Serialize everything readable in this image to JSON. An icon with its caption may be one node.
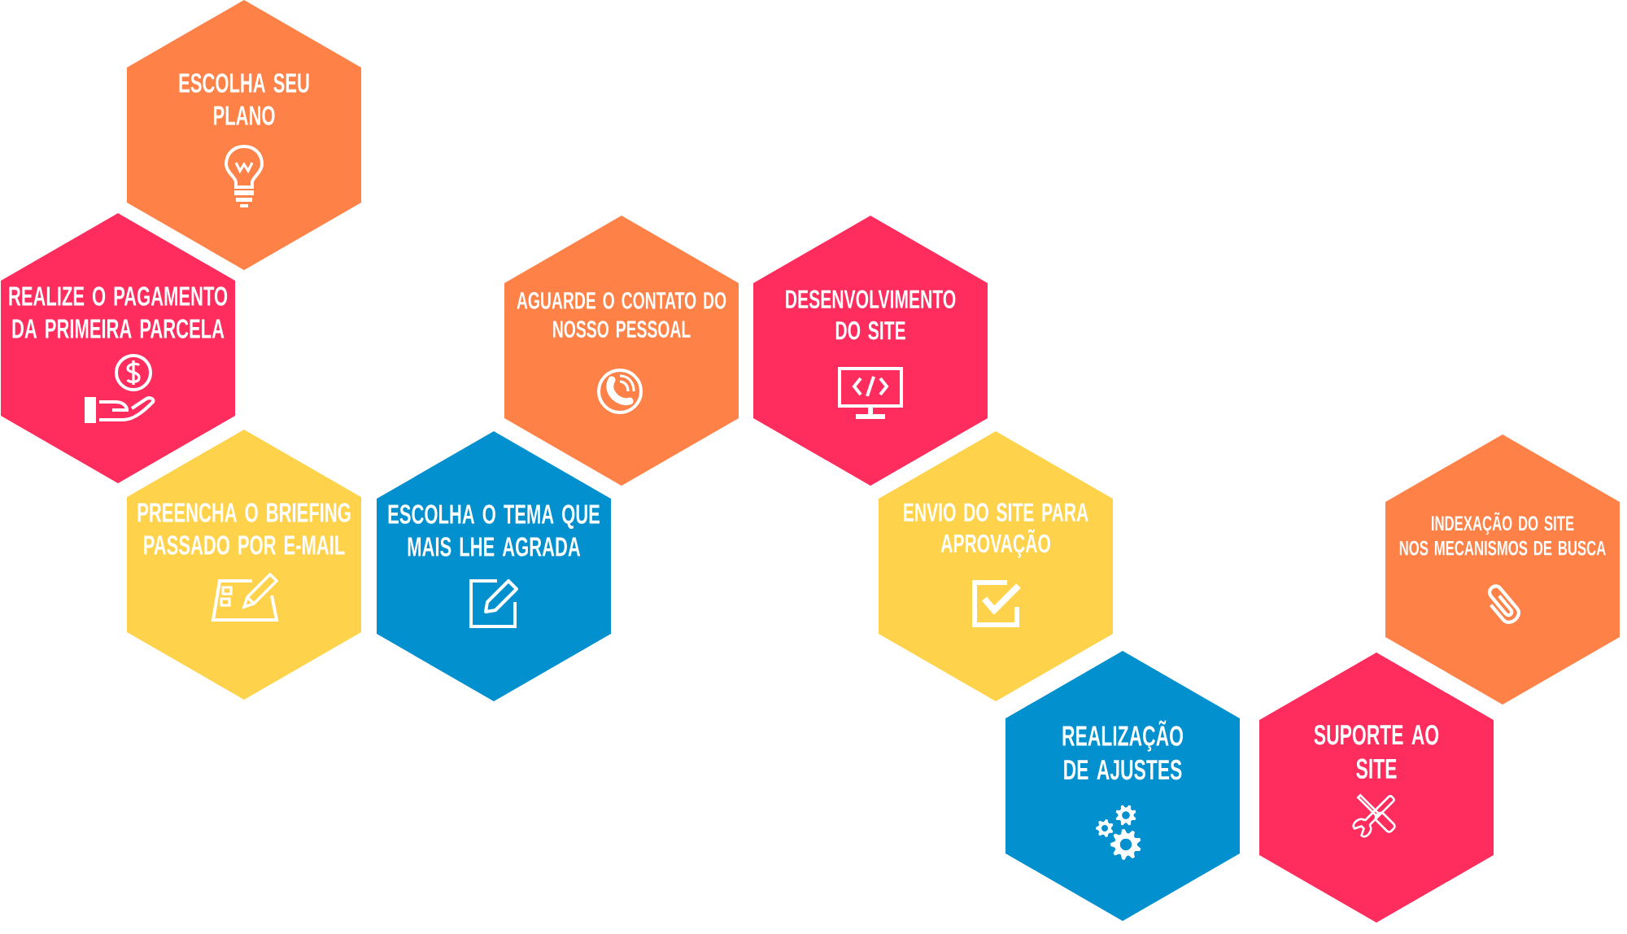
{
  "diagram": {
    "nodes": [
      {
        "text": [
          "ESCOLHA SEU PLANO"
        ]
      },
      {
        "text": [
          "REALIZE O PAGAMENTO DA PRIMEIRA PARCELA"
        ]
      },
      {
        "text": [
          "PREENCHA O BRIEFING PASSADO POR E-MAIL"
        ]
      },
      {
        "text": [
          "ESCOLHA O TEMA QUE MAIS LHE AGRADA"
        ]
      },
      {
        "text": [
          "AGUARDE O CONTATO DO NOSSO PESSOAL"
        ]
      },
      {
        "text": [
          "DESENVOLVIMENTO DO SITE"
        ]
      },
      {
        "text": [
          "ENVIO DO SITE PARA APROVAÇÃO"
        ]
      },
      {
        "text": [
          "REALIZAÇÃO DE AJUSTES"
        ]
      },
      {
        "text": [
          "INDEXAÇÃO DO SITE NOS MECANISMOS DE BUSCA"
        ]
      },
      {
        "text": [
          "SUPORTE AO SITE"
        ]
      }
    ]
  }
}
